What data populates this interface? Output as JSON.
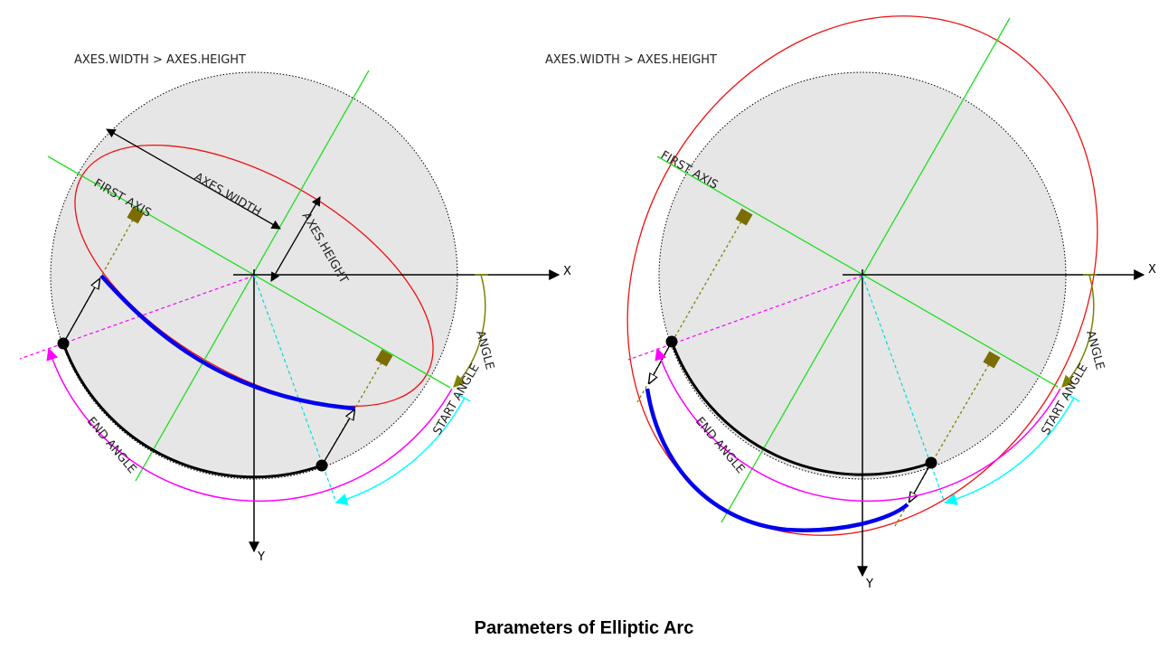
{
  "caption": "Parameters of Elliptic Arc",
  "colors": {
    "circle_fill": "#e6e6e6",
    "ellipse": "#ee1111",
    "axes": "#22dd22",
    "arc": "#0000ee",
    "angle": "#808000",
    "start_angle": "#00ffff",
    "end_angle": "#ff00ff",
    "handles": "#7b6d00"
  },
  "left": {
    "heading": "AXES.WIDTH  >  AXES.HEIGHT",
    "first_axis": "FIRST  AXIS",
    "axes_width": "AXES.WIDTH",
    "axes_height": "AXES.HEIGHT",
    "angle": "ANGLE",
    "start_angle": "START ANGLE",
    "end_angle": "END ANGLE",
    "x_label": "X",
    "y_label": "Y"
  },
  "right": {
    "heading": "AXES.WIDTH  >  AXES.HEIGHT",
    "first_axis": "FIRST  AXIS",
    "angle": "ANGLE",
    "start_angle": "START ANGLE",
    "end_angle": "END ANGLE",
    "x_label": "X",
    "y_label": "Y"
  }
}
